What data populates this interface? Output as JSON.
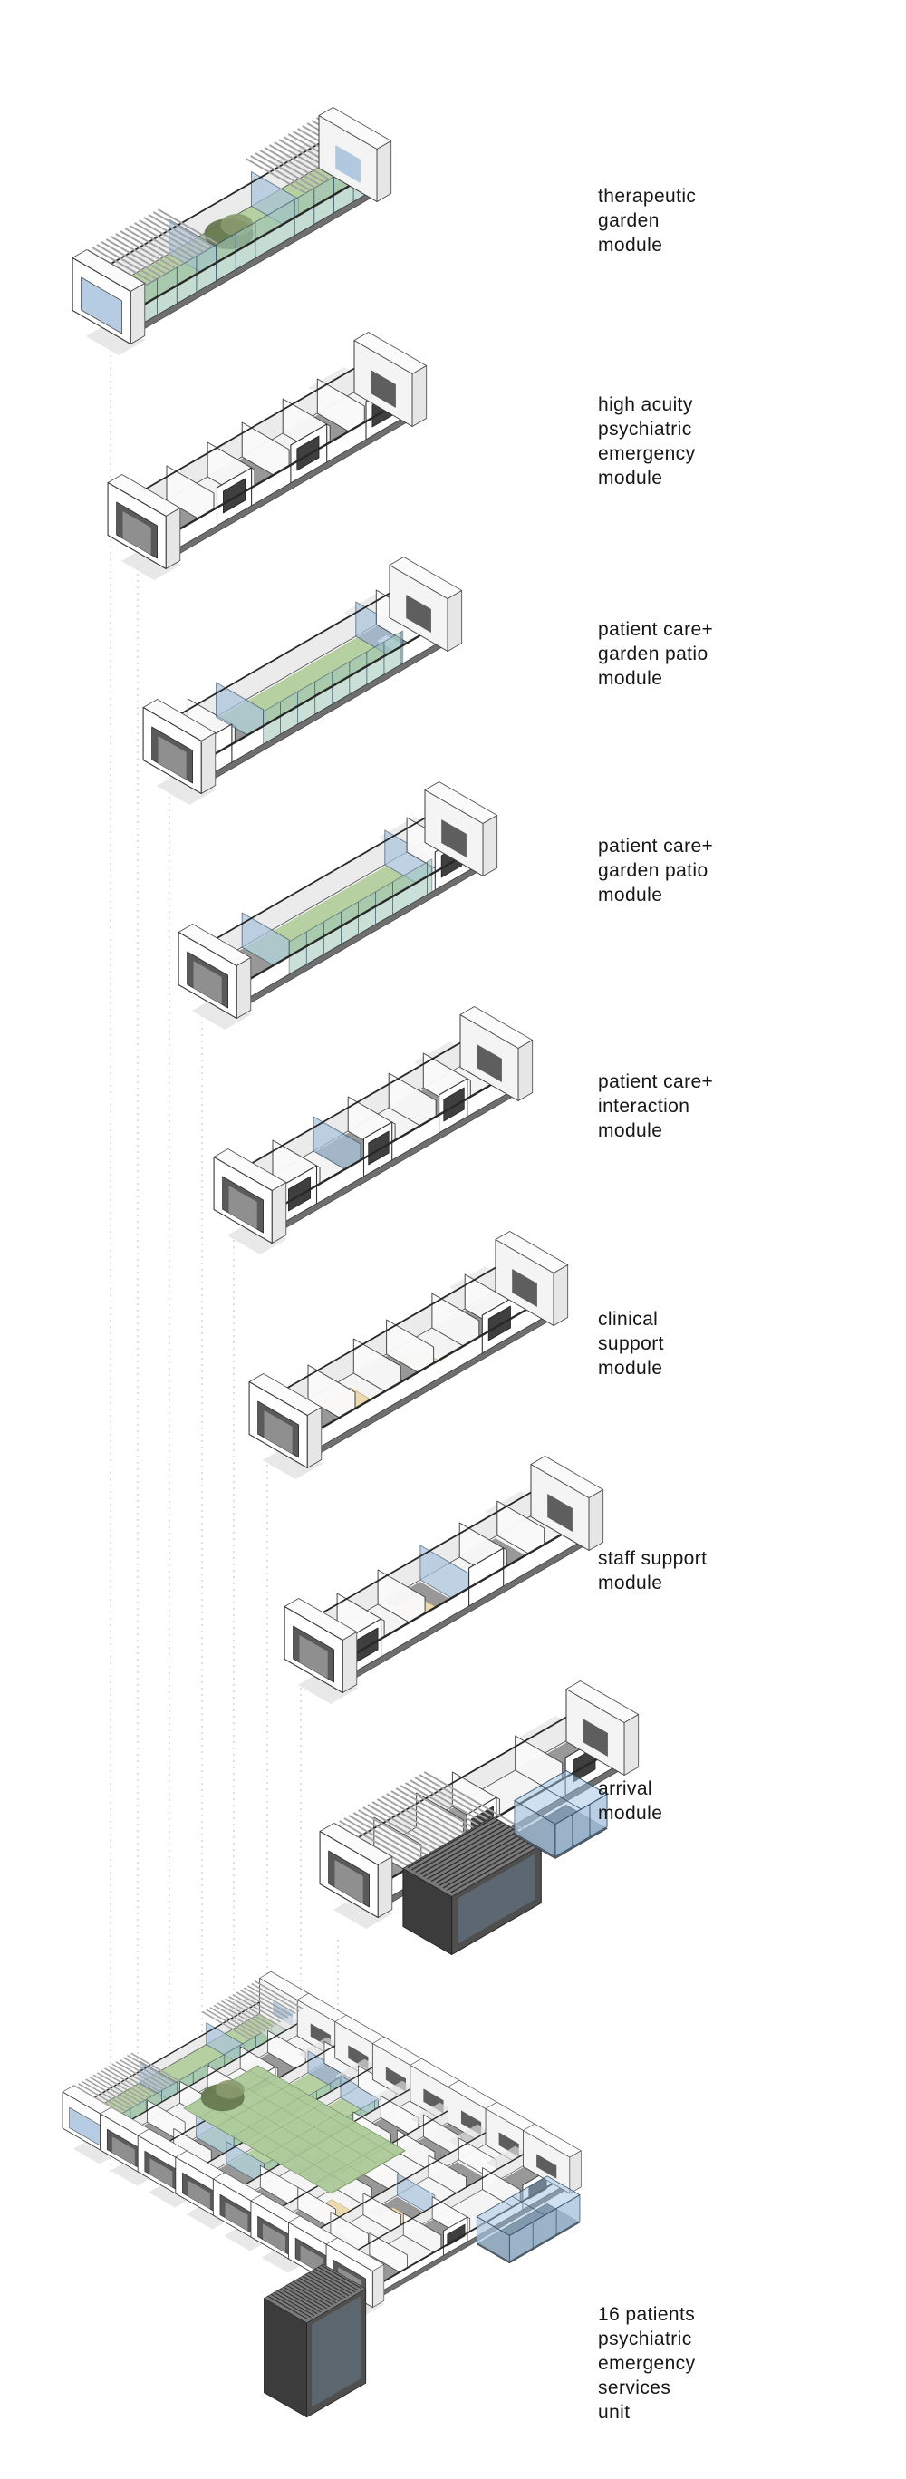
{
  "palette": {
    "background": "#ffffff",
    "label_text": "#161616",
    "garden_green": "#b7d0a2",
    "courtyard_green": "#aecb9b",
    "glass_blue": "#a9c4dd",
    "glass_teal": "#9fc6b6",
    "glass_frame": "#33506b",
    "louver_gray": "#a3a3a3",
    "floor_gray": "#989898",
    "floor_light": "#f4f4f4",
    "beige": "#ecd9ad",
    "dark_box": "#4f4f4f",
    "window_dark": "#3f3f3f",
    "rim_dark": "#282828",
    "shadow_gray": "#e2e2e2",
    "guide_line": "#bdbdbd",
    "tree_green_dark": "#67794f",
    "tree_green_light": "#8a9b6e"
  },
  "modules": [
    {
      "id": "therapeutic-garden-module",
      "label": "therapeutic\ngarden\nmodule"
    },
    {
      "id": "high-acuity-psychiatric-emergency-module",
      "label": "high acuity\npsychiatric\nemergency\nmodule"
    },
    {
      "id": "patient-care-garden-patio-module-1",
      "label": "patient care+\ngarden patio\nmodule"
    },
    {
      "id": "patient-care-garden-patio-module-2",
      "label": "patient care+\ngarden patio\nmodule"
    },
    {
      "id": "patient-care-interaction-module",
      "label": "patient care+\ninteraction\nmodule"
    },
    {
      "id": "clinical-support-module",
      "label": "clinical\nsupport\nmodule"
    },
    {
      "id": "staff-support-module",
      "label": "staff support\nmodule"
    },
    {
      "id": "arrival-module",
      "label": "arrival\nmodule"
    }
  ],
  "assembly": {
    "id": "assembled-unit",
    "label": "16 patients\npsychiatric\nemergency\nservices\nunit"
  }
}
